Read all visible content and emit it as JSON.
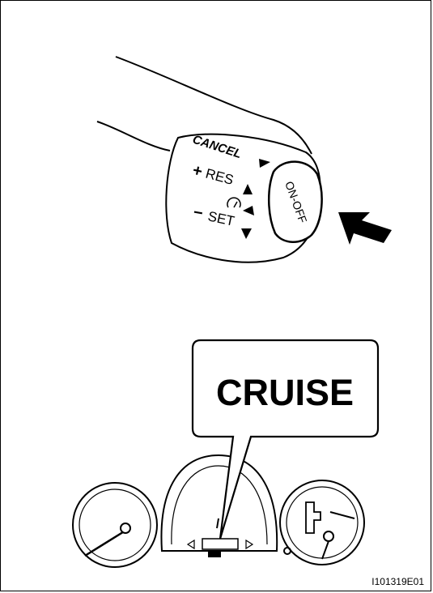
{
  "figure_id": "I101319E01",
  "switch_labels": {
    "cancel": "CANCEL",
    "res": "RES",
    "plus": "+",
    "set": "SET",
    "minus": "−",
    "onoff": "ON-OFF"
  },
  "indicator_label": "CRUISE",
  "icons": [
    "pointing-arrow-icon",
    "triangle-arrow-icon",
    "cruise-speedometer-icon"
  ]
}
